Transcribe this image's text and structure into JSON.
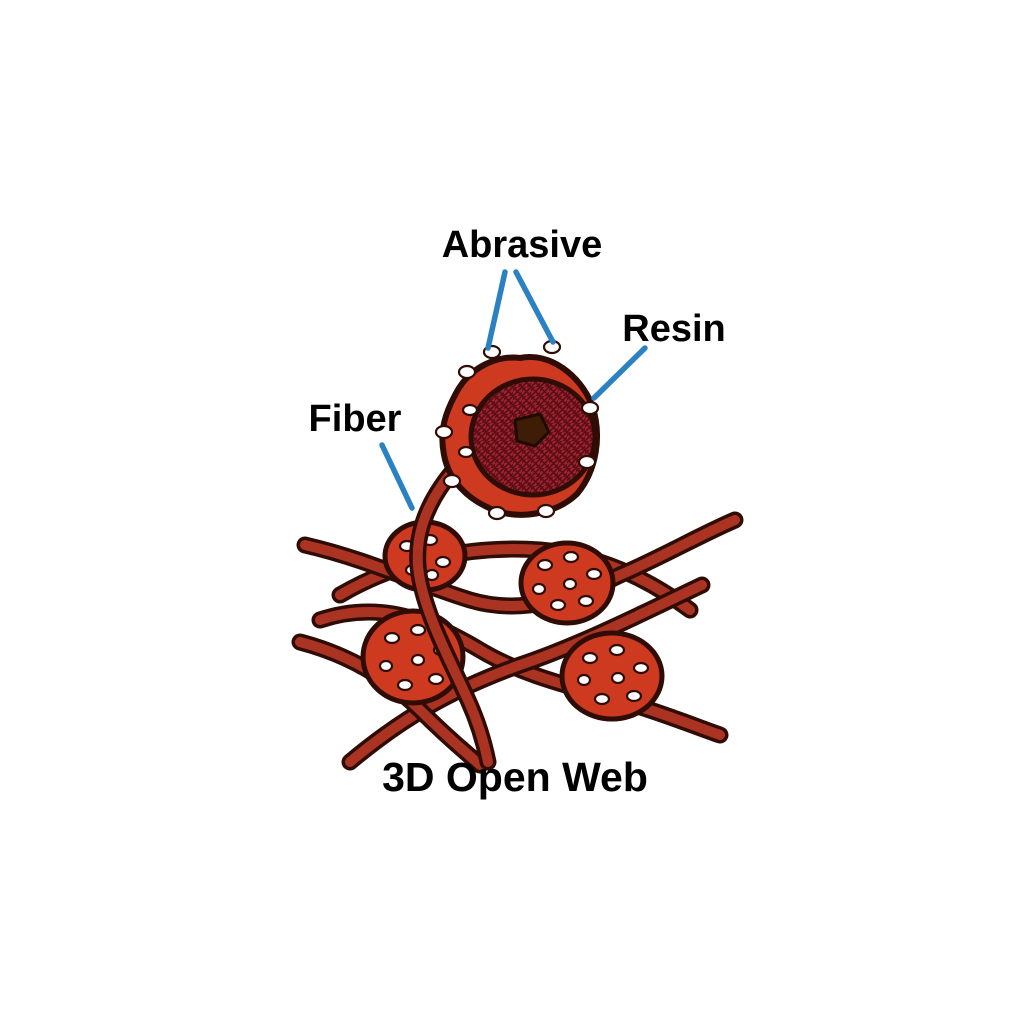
{
  "diagram": {
    "labels": {
      "abrasive": "Abrasive",
      "resin": "Resin",
      "fiber": "Fiber"
    },
    "caption": "3D Open Web"
  },
  "colors": {
    "background": "#ffffff",
    "fiber-fill": "#ab3322",
    "node-fill": "#ce3a20",
    "outline": "#2f0c04",
    "resin-disc": "#9b2230",
    "resin-hatch": "#5a0e13",
    "core": "#3f1c05",
    "speck": "#ffffff",
    "leader": "#2b82c2",
    "text": "#000000"
  }
}
